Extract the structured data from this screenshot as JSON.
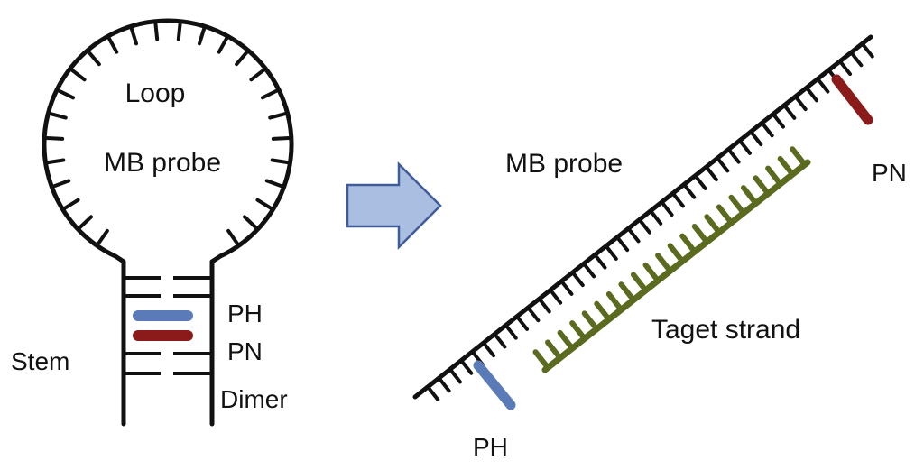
{
  "hairpin": {
    "loop_label": "Loop",
    "probe_label": "MB probe",
    "stem_label": "Stem",
    "ph_label": "PH",
    "pn_label": "PN",
    "dimer_label": "Dimer"
  },
  "hybridized": {
    "probe_label": "MB probe",
    "pn_label": "PN",
    "target_label": "Taget strand",
    "ph_label": "PH"
  },
  "arrow": {
    "icon": "right-arrow-icon"
  },
  "colors": {
    "strand": "#111111",
    "ph": "#5b7bb8",
    "pn": "#8b1a1a",
    "target": "#5a6a1e",
    "arrow_fill": "#a9bee0",
    "arrow_stroke": "#3f5c99"
  }
}
